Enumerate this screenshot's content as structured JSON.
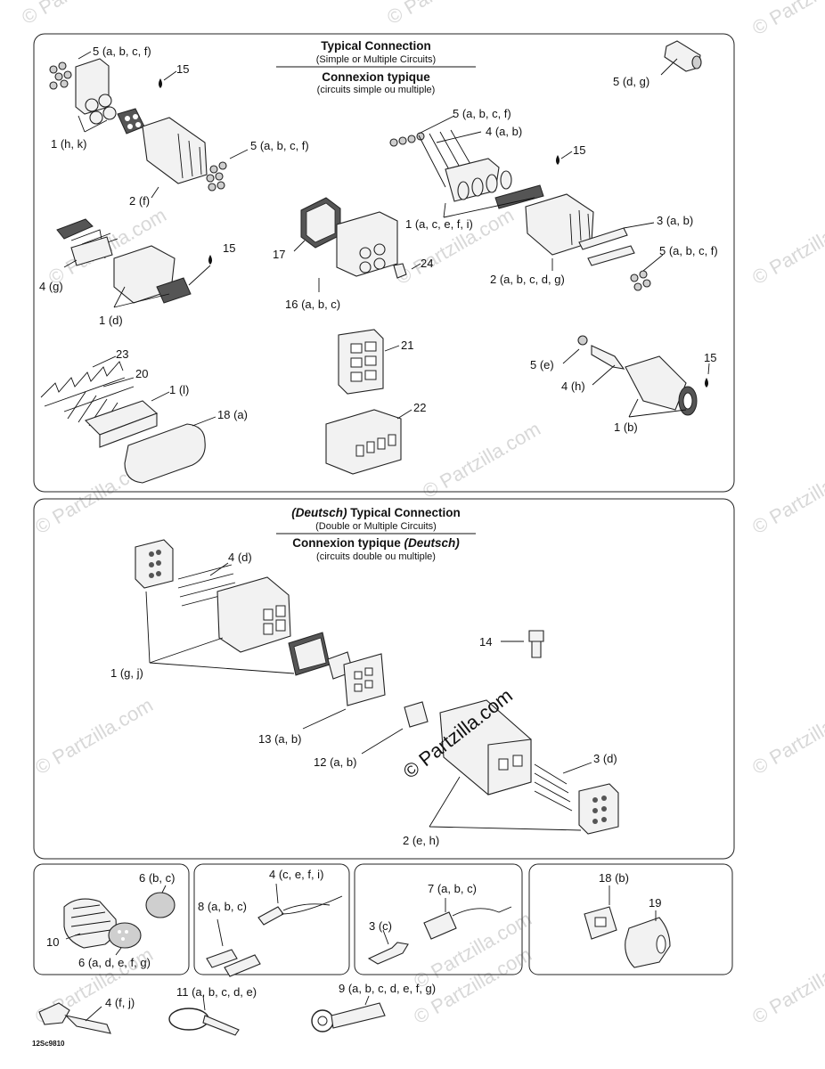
{
  "headers": {
    "typical": {
      "title_en": "Typical Connection",
      "sub_en": "(Simple or Multiple Circuits)",
      "title_fr": "Connexion typique",
      "sub_fr": "(circuits simple ou multiple)"
    },
    "deutsch": {
      "title_en_tag": "(Deutsch)",
      "title_en": " Typical Connection",
      "sub_en": "(Double or Multiple Circuits)",
      "title_fr": "Connexion typique ",
      "title_fr_tag": "(Deutsch)",
      "sub_fr": "(circuits double ou multiple)"
    }
  },
  "callouts": {
    "c5_abcf_top": "5 (a, b, c, f)",
    "c15_a": "15",
    "c1_hk": "1 (h, k)",
    "c2_f": "2 (f)",
    "c5_abcf_mid": "5 (a, b, c, f)",
    "c5_dg": "5 (d, g)",
    "c5_abcf_right": "5 (a, b, c, f)",
    "c4_ab": "4 (a, b)",
    "c15_b": "15",
    "c1_acefi": "1 (a, c, e, f, i)",
    "c3_ab": "3 (a, b)",
    "c5_abcf_low": "5 (a, b, c, f)",
    "c2_abcdg": "2 (a, b, c, d, g)",
    "c17": "17",
    "c24": "24",
    "c16_abc": "16 (a, b, c)",
    "c4_g": "4 (g)",
    "c15_c": "15",
    "c1_d": "1 (d)",
    "c21": "21",
    "c15_d": "15",
    "c5_e": "5 (e)",
    "c4_h": "4 (h)",
    "c1_b": "1 (b)",
    "c23": "23",
    "c20": "20",
    "c1_l": "1 (l)",
    "c18_a": "18 (a)",
    "c22": "22",
    "c4_d": "4 (d)",
    "c1_gj": "1 (g, j)",
    "c14": "14",
    "c13_ab": "13 (a, b)",
    "c12_ab": "12 (a, b)",
    "c3_d": "3 (d)",
    "c2_eh": "2 (e, h)",
    "c6_bc": "6 (b, c)",
    "c10": "10",
    "c6_adefg": "6 (a, d, e, f, g)",
    "c4_cefi": "4 (c, e, f, i)",
    "c8_abc": "8 (a, b, c)",
    "c7_abc": "7 (a, b, c)",
    "c3_c": "3 (c)",
    "c18_b": "18 (b)",
    "c19": "19",
    "c4_fj": "4 (f, j)",
    "c11_abcde": "11 (a, b, c, d, e)",
    "c9_abcdefg": "9 (a, b, c, d, e, f, g)"
  },
  "watermark": "© Partzilla.com",
  "drawing_code": "12Sc9810",
  "icons": [
    "sealant-drop-icon"
  ]
}
